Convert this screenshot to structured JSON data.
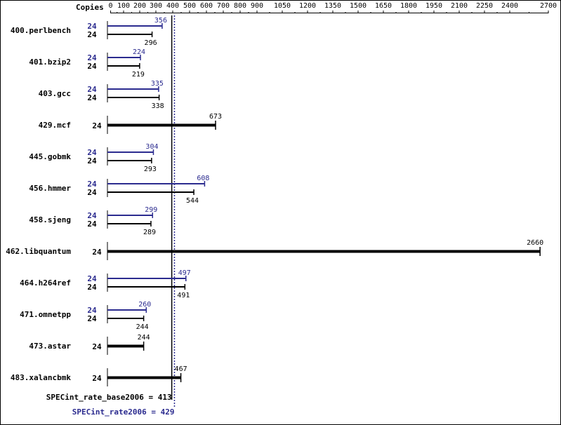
{
  "header": {
    "copies_label": "Copies"
  },
  "chart_data": {
    "type": "bar",
    "orientation": "horizontal",
    "x_ticks": [
      0,
      100,
      200,
      300,
      400,
      500,
      600,
      700,
      800,
      900,
      1050,
      1200,
      1350,
      1500,
      1650,
      1800,
      1950,
      2100,
      2250,
      2400,
      2700
    ],
    "xlim": [
      0,
      2700
    ],
    "colors": {
      "peak": "#2b2b8f",
      "base": "#000000"
    },
    "series": [
      {
        "name": "peak",
        "color": "#2b2b8f"
      },
      {
        "name": "base",
        "color": "#000000"
      }
    ],
    "benchmarks": [
      {
        "name": "400.perlbench",
        "peak_copies": "24",
        "peak": 356,
        "base_copies": "24",
        "base": 296
      },
      {
        "name": "401.bzip2",
        "peak_copies": "24",
        "peak": 224,
        "base_copies": "24",
        "base": 219
      },
      {
        "name": "403.gcc",
        "peak_copies": "24",
        "peak": 335,
        "base_copies": "24",
        "base": 338
      },
      {
        "name": "429.mcf",
        "single_copies": "24",
        "single": 673
      },
      {
        "name": "445.gobmk",
        "peak_copies": "24",
        "peak": 304,
        "base_copies": "24",
        "base": 293
      },
      {
        "name": "456.hmmer",
        "peak_copies": "24",
        "peak": 608,
        "base_copies": "24",
        "base": 544
      },
      {
        "name": "458.sjeng",
        "peak_copies": "24",
        "peak": 299,
        "base_copies": "24",
        "base": 289
      },
      {
        "name": "462.libquantum",
        "single_copies": "24",
        "single": 2660
      },
      {
        "name": "464.h264ref",
        "peak_copies": "24",
        "peak": 497,
        "base_copies": "24",
        "base": 491
      },
      {
        "name": "471.omnetpp",
        "peak_copies": "24",
        "peak": 260,
        "base_copies": "24",
        "base": 244
      },
      {
        "name": "473.astar",
        "single_copies": "24",
        "single": 244
      },
      {
        "name": "483.xalancbmk",
        "single_copies": "24",
        "single": 467
      }
    ],
    "reference_lines": [
      {
        "label": "SPECint_rate_base2006 = 413",
        "value": 413,
        "style": "solid",
        "color": "#000000"
      },
      {
        "label": "SPECint_rate2006 = 429",
        "value": 429,
        "style": "dotted",
        "color": "#2b2b8f"
      }
    ]
  }
}
